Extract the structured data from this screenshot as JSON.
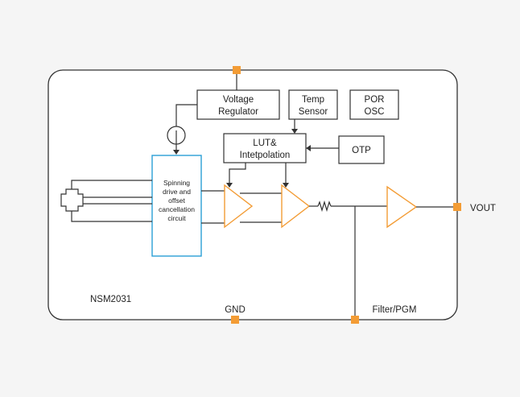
{
  "diagram": {
    "chip_label": "NSM2031",
    "blocks": {
      "voltage_regulator": [
        "Voltage",
        "Regulator"
      ],
      "temp_sensor": [
        "Temp",
        "Sensor"
      ],
      "por_osc": [
        "POR",
        "OSC"
      ],
      "lut": [
        "LUT&",
        "Intetpolation"
      ],
      "otp": "OTP",
      "spinning": [
        "Spinning",
        "drive and",
        "offset",
        "cancellation",
        "circuit"
      ]
    },
    "pins": {
      "gnd": "GND",
      "filter": "Filter/PGM",
      "vout": "VOUT"
    },
    "colors": {
      "background": "#f5f5f5",
      "chip_fill": "#ffffff",
      "line": "#333333",
      "pin": "#f39c35",
      "amplifier": "#f39c35",
      "spinning_border": "#2a9fd6"
    }
  }
}
